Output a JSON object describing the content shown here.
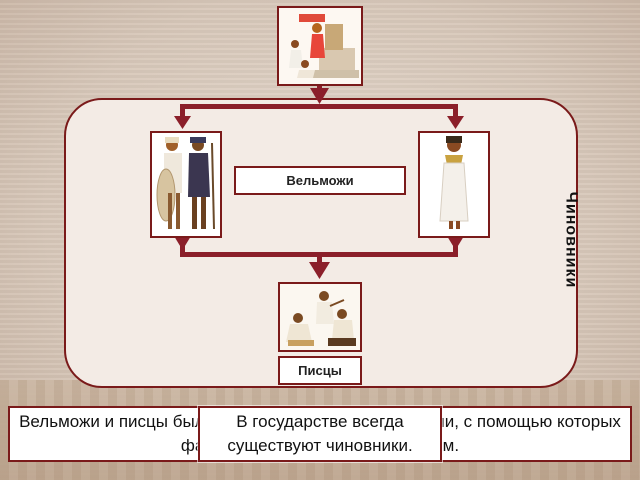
{
  "diagram": {
    "label_nobles": "Вельможи",
    "label_scribes": "Писцы",
    "label_officials": "Чиновники",
    "caption_text": "Вельможи и писцы были теми образованными людьми, с помощью которых фараоны управляли государством.",
    "overlay_text": "В государстве всегда существуют чиновники.",
    "colors": {
      "border": "#7a1a1a",
      "connector": "#8b1f2a",
      "panel_fill": "#f3ebe5"
    }
  },
  "icons": [
    "pharaoh-scene-icon",
    "nobles-figures-icon",
    "noble-figure-icon",
    "scribes-figures-icon"
  ]
}
